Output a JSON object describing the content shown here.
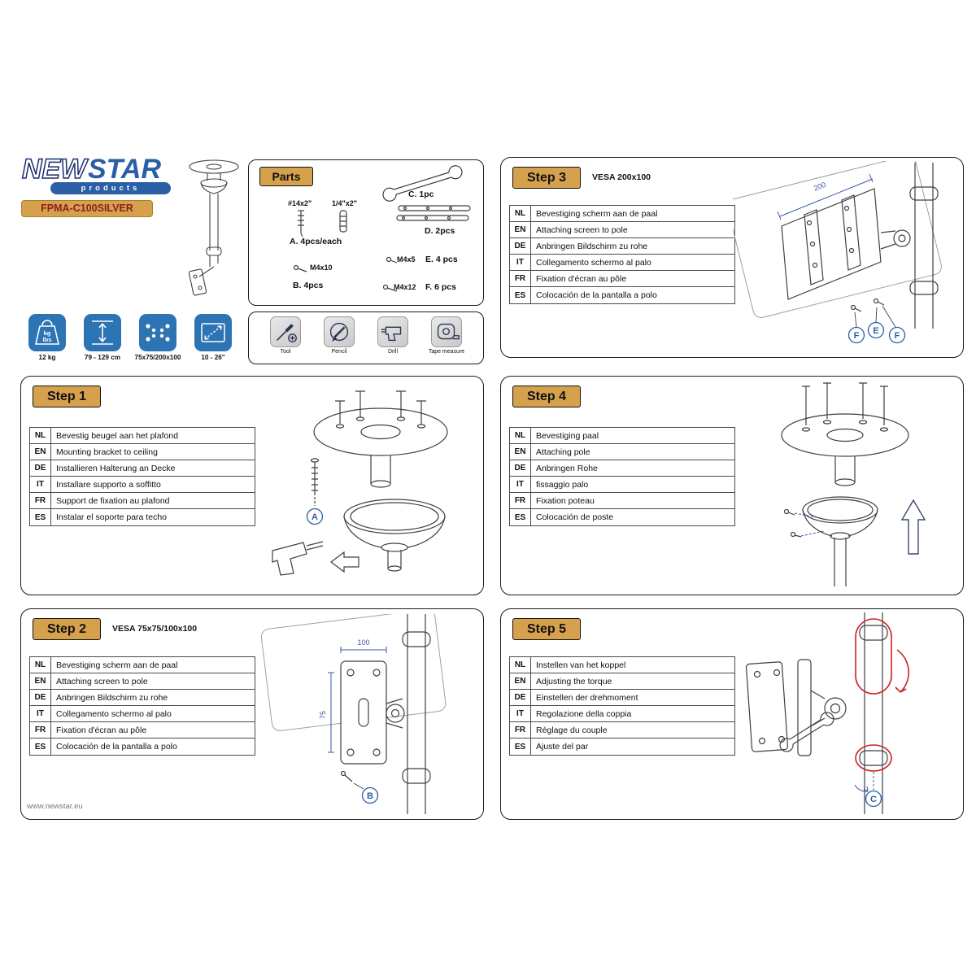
{
  "brand": {
    "logo_new": "NEW",
    "logo_star": "STAR",
    "logo_products": "products",
    "model": "FPMA-C100SILVER",
    "website": "www.newstar.eu"
  },
  "parts": {
    "title": "Parts",
    "screw_a1_label": "#14x2\"",
    "screw_a2_label": "1/4\"x2\"",
    "item_a": "A. 4pcs/each",
    "size_b": "M4x10",
    "item_b": "B. 4pcs",
    "item_c": "C. 1pc",
    "item_d": "D. 2pcs",
    "size_e": "M4x5",
    "item_e": "E. 4 pcs",
    "size_f": "M4x12",
    "item_f": "F. 6 pcs"
  },
  "specs": {
    "weight_label": "12 kg",
    "weight_icon_kg": "kg",
    "weight_icon_lbs": "lbs",
    "height_label": "79 - 129 cm",
    "vesa_label": "75x75/200x100",
    "size_label": "10 - 26\""
  },
  "tools": {
    "tool": "Tool",
    "pencil": "Pencil",
    "drill": "Drill",
    "tape_measure": "Tape measure"
  },
  "steps": [
    {
      "title": "Step 1",
      "subtitle": "",
      "callout": "A",
      "rows": [
        {
          "lang": "NL",
          "text": "Bevestig beugel aan het plafond"
        },
        {
          "lang": "EN",
          "text": "Mounting bracket to ceiling"
        },
        {
          "lang": "DE",
          "text": "Installieren Halterung an Decke"
        },
        {
          "lang": "IT",
          "text": "Installare supporto a soffitto"
        },
        {
          "lang": "FR",
          "text": "Support de fixation au plafond"
        },
        {
          "lang": "ES",
          "text": "Instalar el soporte para techo"
        }
      ]
    },
    {
      "title": "Step 2",
      "subtitle": "VESA 75x75/100x100",
      "callout": "B",
      "dim_width": "100",
      "dim_height": "75",
      "rows": [
        {
          "lang": "NL",
          "text": "Bevestiging scherm aan de paal"
        },
        {
          "lang": "EN",
          "text": "Attaching screen to pole"
        },
        {
          "lang": "DE",
          "text": "Anbringen Bildschirm zu rohe"
        },
        {
          "lang": "IT",
          "text": "Collegamento schermo al palo"
        },
        {
          "lang": "FR",
          "text": "Fixation d'écran au pôle"
        },
        {
          "lang": "ES",
          "text": "Colocación de la pantalla a polo"
        }
      ]
    },
    {
      "title": "Step 3",
      "subtitle": "VESA 200x100",
      "callouts": [
        "F",
        "E",
        "F"
      ],
      "dim_width": "200",
      "rows": [
        {
          "lang": "NL",
          "text": "Bevestiging scherm aan de paal"
        },
        {
          "lang": "EN",
          "text": "Attaching screen to pole"
        },
        {
          "lang": "DE",
          "text": "Anbringen Bildschirm zu rohe"
        },
        {
          "lang": "IT",
          "text": "Collegamento schermo al palo"
        },
        {
          "lang": "FR",
          "text": "Fixation d'écran au pôle"
        },
        {
          "lang": "ES",
          "text": "Colocación de la pantalla a polo"
        }
      ]
    },
    {
      "title": "Step 4",
      "subtitle": "",
      "rows": [
        {
          "lang": "NL",
          "text": "Bevestiging paal"
        },
        {
          "lang": "EN",
          "text": "Attaching pole"
        },
        {
          "lang": "DE",
          "text": "Anbringen Rohe"
        },
        {
          "lang": "IT",
          "text": "fissaggio palo"
        },
        {
          "lang": "FR",
          "text": "Fixation poteau"
        },
        {
          "lang": "ES",
          "text": "Colocación de poste"
        }
      ]
    },
    {
      "title": "Step 5",
      "subtitle": "",
      "callout": "C",
      "rows": [
        {
          "lang": "NL",
          "text": "Instellen van het koppel"
        },
        {
          "lang": "EN",
          "text": "Adjusting the torque"
        },
        {
          "lang": "DE",
          "text": "Einstellen der drehmoment"
        },
        {
          "lang": "IT",
          "text": "Regolazione della coppia"
        },
        {
          "lang": "FR",
          "text": "Réglage du couple"
        },
        {
          "lang": "ES",
          "text": "Ajuste del par"
        }
      ]
    }
  ],
  "colors": {
    "badge_tan": "#d6a14d",
    "logo_blue": "#2a5fa5",
    "model_red": "#8b1e1e",
    "icon_blue": "#2d74b5",
    "dim_blue": "#3a55a8",
    "highlight_red": "#cc2222"
  }
}
